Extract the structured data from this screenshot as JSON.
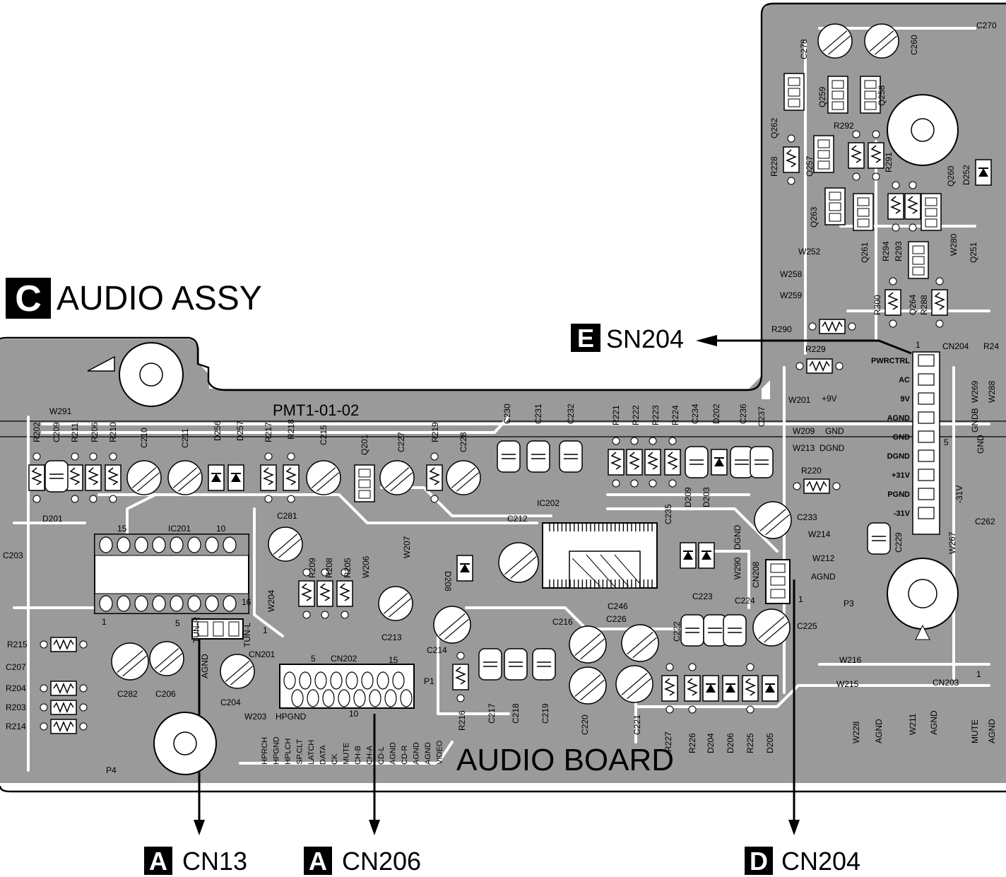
{
  "assy": {
    "letter": "C",
    "title": "AUDIO ASSY"
  },
  "board": {
    "code": "PMT1-01-02",
    "name": "AUDIO BOARD"
  },
  "connectors": [
    {
      "letter": "E",
      "label": "SN204"
    },
    {
      "letter": "A",
      "label": "CN13"
    },
    {
      "letter": "A",
      "label": "CN206"
    },
    {
      "letter": "D",
      "label": "CN204"
    }
  ],
  "cn204_pins": [
    "PWRCTRL",
    "AC",
    "9V",
    "AGND",
    "GND",
    "DGND",
    "+31V",
    "PGND",
    "-31V"
  ],
  "cn202_pins": [
    "HPRCH",
    "HPGND",
    "HPLCH",
    "SP.CLT",
    "LATCH",
    "DATA",
    "CK",
    "MUTE",
    "CH-B",
    "CH-A",
    "CD-L",
    "AGND",
    "CD-R",
    "AGND",
    "AGND",
    "VIDEO"
  ],
  "labels": {
    "W291": "W291",
    "W252": "W252",
    "W258": "W258",
    "W259": "W259",
    "R290": "R290",
    "R229": "R229",
    "W201": "W201",
    "plus9V": "+9V",
    "W209": "W209",
    "W213": "W213",
    "GND1": "GND",
    "DGND1": "DGND",
    "R220": "R220",
    "C233": "C233",
    "W214": "W214",
    "W212": "W212",
    "AGND_W212": "AGND",
    "CN208": "CN208",
    "W290": "W290",
    "DGND_W290": "DGND",
    "C223": "C223",
    "C224": "C224",
    "C225": "C225",
    "P3": "P3",
    "W216": "W216",
    "W215": "W215",
    "CN203": "CN203",
    "W228": "W228",
    "AGND_W228": "AGND",
    "W211": "W211",
    "AGND_W211": "AGND",
    "MUTE": "MUTE",
    "AGND_CN203": "AGND",
    "C203": "C203",
    "D201": "D201",
    "IC201": "IC201",
    "pin15": "15",
    "pin10": "10",
    "pin1": "1",
    "pin16": "16",
    "R215": "R215",
    "C207": "C207",
    "R204": "R204",
    "R203": "R203",
    "R214": "R214",
    "C282": "C282",
    "C206": "C206",
    "P4": "P4",
    "AGND_C204": "AGND",
    "C204": "C204",
    "W203": "W203",
    "HPGND": "HPGND",
    "CN201": "CN201",
    "TUNR": "TUN-R",
    "TUNL": "TUN-L",
    "five": "5",
    "one": "1",
    "W204": "W204",
    "C281": "C281",
    "R209": "R209",
    "R208": "R208",
    "R205": "R205",
    "W206": "W206",
    "W207": "W207",
    "CN202": "CN202",
    "five2": "5",
    "fifteen2": "15",
    "ten2": "10",
    "P1": "P1",
    "C213": "C213",
    "C214": "C214",
    "D208": "D208",
    "R216": "R216",
    "C212": "C212",
    "IC202": "IC202",
    "C217": "C217",
    "C218": "C218",
    "C219": "C219",
    "C220": "C220",
    "C216": "C216",
    "C221": "C221",
    "C246": "C246",
    "C226": "C226",
    "C222": "C222",
    "R227": "R227",
    "R226": "R226",
    "D204": "D204",
    "D206": "D206",
    "R225": "R225",
    "D205": "D205",
    "C235": "C235",
    "D209": "D209",
    "D203": "D203",
    "R202": "R202",
    "C209": "C209",
    "R211": "R211",
    "R206": "R206",
    "R210": "R210",
    "C210": "C210",
    "C211": "C211",
    "D256": "D256",
    "D257": "D257",
    "R217": "R217",
    "R218": "R218",
    "C215": "C215",
    "Q201": "Q201",
    "C227": "C227",
    "R219": "R219",
    "C228": "C228",
    "C230": "C230",
    "C231": "C231",
    "C232": "C232",
    "R221": "R221",
    "R222": "R222",
    "R223": "R223",
    "R224": "R224",
    "C234": "C234",
    "D202": "D202",
    "C236": "C236",
    "C237": "C237",
    "C278": "C278",
    "C260": "C260",
    "C270": "C270",
    "Q259": "Q259",
    "Q258": "Q258",
    "Q262": "Q262",
    "R292": "R292",
    "R228": "R228",
    "Q257": "Q257",
    "R291": "R291",
    "D252": "D252",
    "Q260": "Q260",
    "Q263": "Q263",
    "Q261": "Q261",
    "R294": "R294",
    "R293": "R293",
    "W280": "W280",
    "Q251": "Q251",
    "R300": "R300",
    "Q264": "Q264",
    "R288": "R288",
    "CN204": "CN204",
    "R24x": "R24",
    "W288": "W288",
    "W269": "W269",
    "GNDB": "GNDB",
    "GND2": "GND",
    "minus31V": "-31V",
    "W267": "W267",
    "C262": "C262",
    "C229": "C229",
    "pin1b": "1",
    "pin5b": "5",
    "pin1c": "1",
    "pin1d": "1"
  }
}
